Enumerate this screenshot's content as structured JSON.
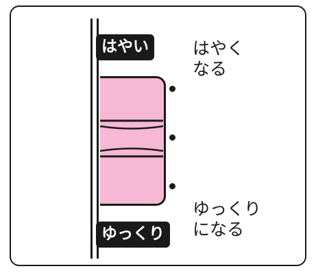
{
  "speed_control": {
    "fast_badge": "はやい",
    "fast_description": "はやく\nなる",
    "slow_badge": "ゆっくり",
    "slow_description": "ゆっくり\nになる"
  },
  "colors": {
    "slider_fill": "#f6b8d4",
    "outline": "#1a1a1a",
    "background": "#ffffff"
  },
  "icons": [
    "position-dot-icon"
  ]
}
